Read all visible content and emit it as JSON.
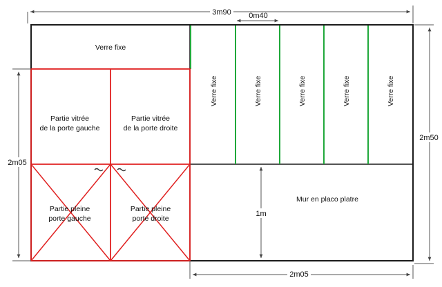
{
  "dimensions": {
    "total_width": "3m90",
    "total_height": "2m50",
    "panel_width": "0m40",
    "door_height": "2m05",
    "bottom_width": "2m05",
    "wall_height": "1m"
  },
  "panels": {
    "top_glass": "Verre fixe",
    "vertical_glass": [
      "Verre fixe",
      "Verre fixe",
      "Verre fixe",
      "Verre fixe",
      "Verre fixe"
    ]
  },
  "doors": {
    "left_glass_line1": "Partie vitrée",
    "left_glass_line2": "de la porte gauche",
    "right_glass_line1": "Partie vitrée",
    "right_glass_line2": "de la porte droite",
    "left_solid_line1": "Partie pleine",
    "left_solid_line2": "porte gauche",
    "right_solid_line1": "Partie pleine",
    "right_solid_line2": "porte droite"
  },
  "wall": {
    "label": "Mur en placo platre"
  },
  "colors": {
    "outline": "#1a1a1a",
    "door": "#e02020",
    "glass_divider": "#1fa83a",
    "dimension": "#555555"
  }
}
